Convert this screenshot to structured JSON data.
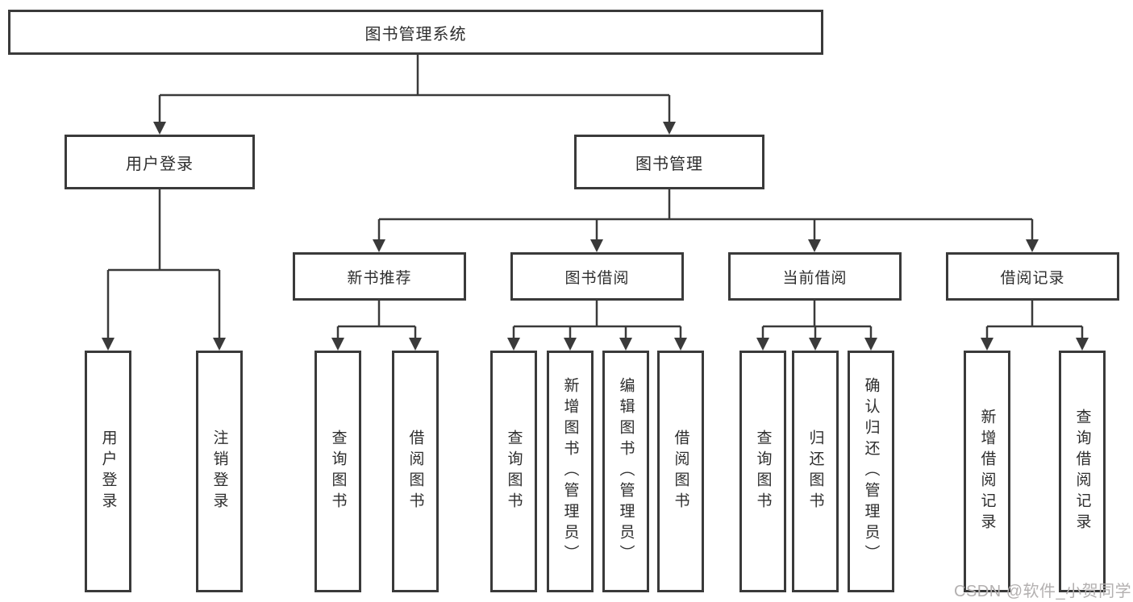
{
  "tree": {
    "root": {
      "label": "图书管理系统"
    },
    "level2": [
      {
        "label": "用户登录",
        "leaves": [
          "用户登录",
          "注销登录"
        ]
      },
      {
        "label": "图书管理"
      }
    ],
    "level3": [
      {
        "label": "新书推荐",
        "leaves": [
          "查询图书",
          "借阅图书"
        ]
      },
      {
        "label": "图书借阅",
        "leaves": [
          "查询图书",
          "新增图书（管理员）",
          "编辑图书（管理员）",
          "借阅图书"
        ]
      },
      {
        "label": "当前借阅",
        "leaves": [
          "查询图书",
          "归还图书",
          "确认归还（管理员）"
        ]
      },
      {
        "label": "借阅记录",
        "leaves": [
          "新增借阅记录",
          "查询借阅记录"
        ]
      }
    ]
  },
  "watermark": "CSDN @软件_小贺同学",
  "colors": {
    "line": "#3a3a3a",
    "text": "#2e2e2e",
    "background": "#ffffff",
    "watermark": "#b3b0b0"
  }
}
